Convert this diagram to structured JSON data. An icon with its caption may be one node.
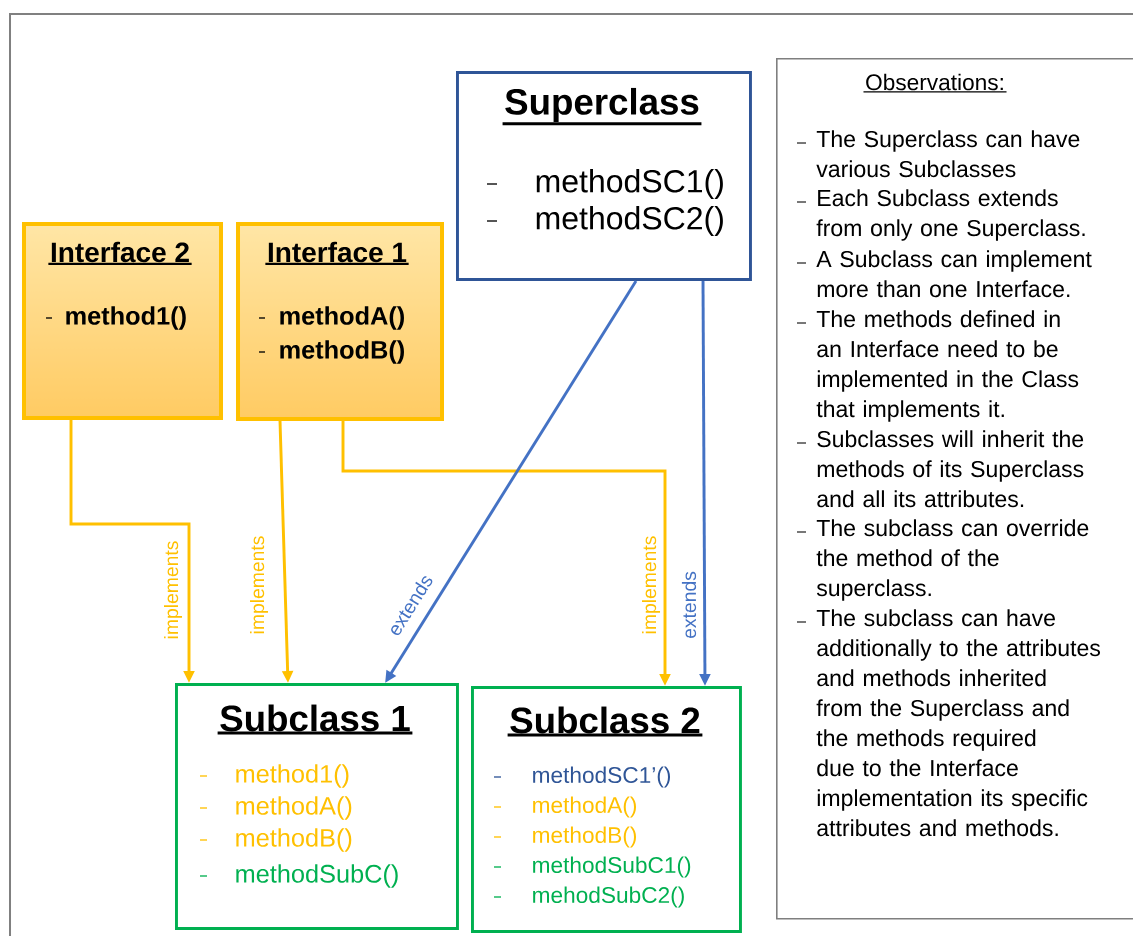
{
  "diagram": {
    "nodes": [
      {
        "text": [
          "Superclass",
          "methodSC1()",
          "methodSC2()"
        ]
      },
      {
        "text": [
          "Interface 2",
          "method1()"
        ]
      },
      {
        "text": [
          "Interface 1",
          "methodA()",
          "methodB()"
        ]
      },
      {
        "text": [
          "Subclass 1",
          "method1()",
          "methodA()",
          "methodB()",
          "methodSubC()"
        ]
      },
      {
        "text": [
          "Subclass 2",
          "methodSC1’()",
          "methodA()",
          "methodB()",
          "methodSubC1()",
          "mehodSubC2()"
        ]
      },
      {
        "text": [
          "Observations:",
          "The Superclass can have various Subclasses",
          "Each Subclass extends from only one Superclass.",
          "A Subclass can implement more than one Interface.",
          "The methods defined in an Interface need to be implemented in the Class that implements it.",
          "Subclasses will inherit the methods of its Superclass and all its attributes.",
          "The subclass can override the method of the superclass.",
          "The subclass can have additionally to the attributes and methods inherited from the Superclass and the methods required due to the Interface implementation its specific attributes and methods."
        ]
      }
    ],
    "edges": [
      {
        "from": 1,
        "to": 3,
        "arrow": "to",
        "label": "implements",
        "color": "#ffc000"
      },
      {
        "from": 2,
        "to": 3,
        "arrow": "to",
        "label": "implements",
        "color": "#ffc000"
      },
      {
        "from": 2,
        "to": 4,
        "arrow": "to",
        "label": "implements",
        "color": "#ffc000"
      },
      {
        "from": 0,
        "to": 3,
        "arrow": "to",
        "label": "extends",
        "color": "#4472c4"
      },
      {
        "from": 0,
        "to": 4,
        "arrow": "to",
        "label": "extends",
        "color": "#4472c4"
      }
    ]
  }
}
